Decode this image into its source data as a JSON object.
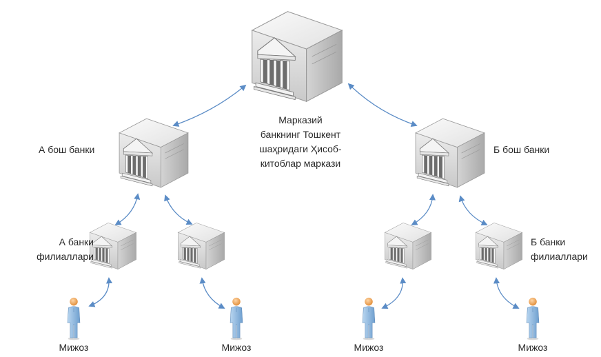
{
  "colors": {
    "arrow": "#5b8cc6",
    "building_top": "#f3f3f3",
    "building_front": "#dcdcdc",
    "building_side": "#b9b9b9",
    "person_body": "#8fb9df",
    "person_head": "#f0a14f"
  },
  "nodes": {
    "central": {
      "label_lines": [
        "Марказий",
        "банкнинг Тошкент",
        "шаҳридаги Ҳисоб-",
        "китоблар маркази"
      ],
      "icon": "bank-building-icon"
    },
    "bank_a": {
      "label": "А бош банки",
      "icon": "bank-building-icon"
    },
    "bank_b": {
      "label": "Б бош банки",
      "icon": "bank-building-icon"
    },
    "branches_a": {
      "label_lines": [
        "А банки",
        "филиаллари"
      ],
      "icon": "bank-building-icon"
    },
    "branches_b": {
      "label_lines": [
        "Б банки",
        "филиаллари"
      ],
      "icon": "bank-building-icon"
    },
    "clients": [
      {
        "label": "Мижоз",
        "icon": "person-icon"
      },
      {
        "label": "Мижоз",
        "icon": "person-icon"
      },
      {
        "label": "Мижоз",
        "icon": "person-icon"
      },
      {
        "label": "Мижоз",
        "icon": "person-icon"
      }
    ]
  }
}
